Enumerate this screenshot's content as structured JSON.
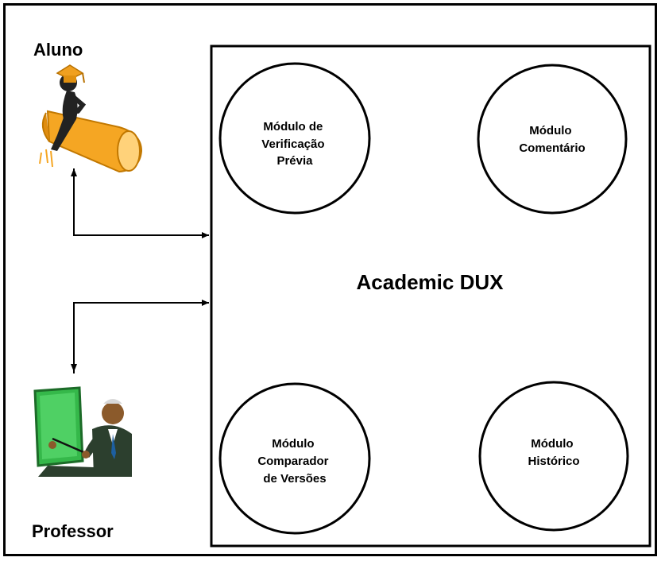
{
  "actors": {
    "aluno": {
      "label": "Aluno",
      "icon": "graduate-on-megaphone-icon"
    },
    "professor": {
      "label": "Professor",
      "icon": "teacher-at-board-icon"
    }
  },
  "system": {
    "label": "Academic DUX"
  },
  "modules": {
    "verificacao": {
      "lines": [
        "Módulo de",
        "Verificação",
        "Prévia"
      ]
    },
    "comentario": {
      "lines": [
        "Módulo",
        "Comentário"
      ]
    },
    "comparador": {
      "lines": [
        "Módulo",
        "Comparador",
        "de Versões"
      ]
    },
    "historico": {
      "lines": [
        "Módulo",
        "Histórico"
      ]
    }
  },
  "colors": {
    "line": "#000000",
    "megaphone": "#f5a623",
    "board": "#35b84a"
  }
}
